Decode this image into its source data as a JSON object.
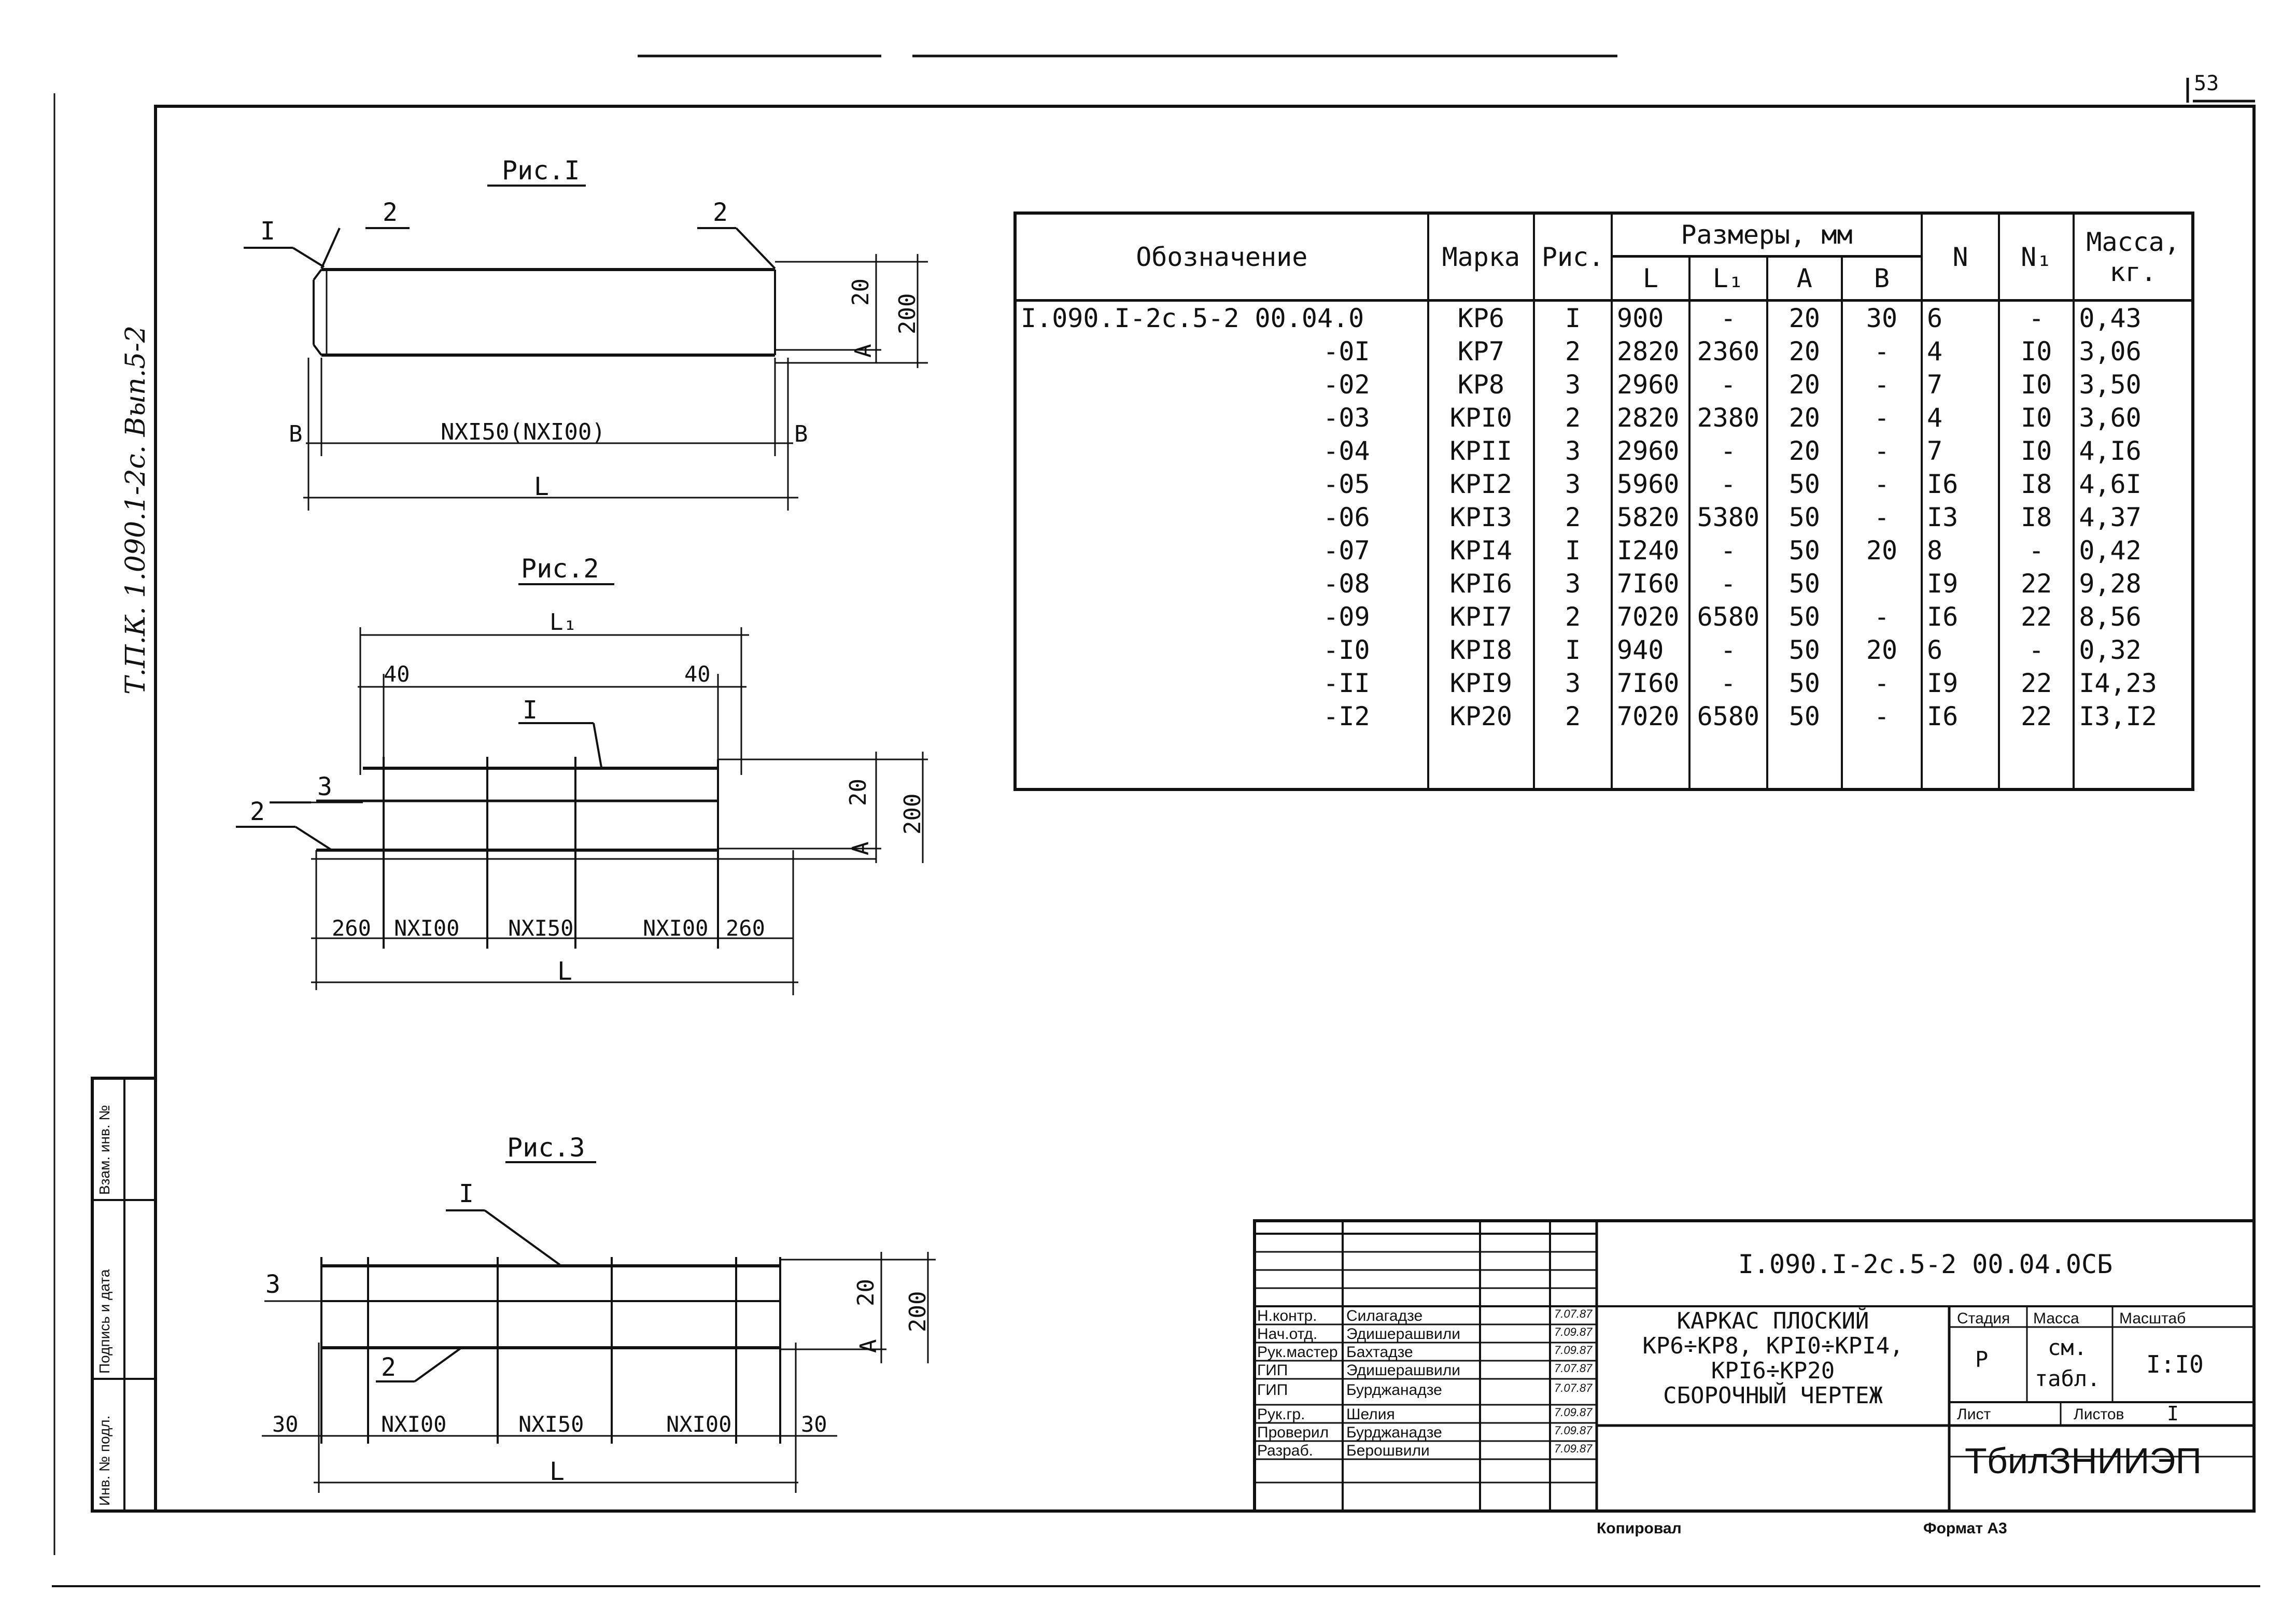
{
  "page_number": "53",
  "side_stamp": "Т.П.К. 1.090.1-2с. Вып.5-2",
  "figures": {
    "fig1": {
      "title": "Рис.I",
      "callouts": [
        "I",
        "2",
        "2"
      ],
      "dims": {
        "h20": "20",
        "h200": "200",
        "a": "A",
        "b_left": "B",
        "b_right": "B",
        "span": "NXI50(NXI00)",
        "length": "L"
      }
    },
    "fig2": {
      "title": "Рис.2",
      "callouts": [
        "I",
        "3",
        "2"
      ],
      "dims": {
        "l1": "L₁",
        "d40_left": "40",
        "d40_right": "40",
        "h20": "20",
        "h200": "200",
        "a": "A",
        "segments": [
          "260",
          "NXI00",
          "NXI50",
          "NXI00",
          "260"
        ],
        "length": "L"
      }
    },
    "fig3": {
      "title": "Рис.3",
      "callouts": [
        "I",
        "3",
        "2"
      ],
      "dims": {
        "h20": "20",
        "h200": "200",
        "a": "A",
        "segments": [
          "30",
          "NXI00",
          "NXI50",
          "NXI00",
          "30"
        ],
        "length": "L"
      }
    }
  },
  "table": {
    "headers": {
      "designation": "Обозначение",
      "mark": "Марка",
      "fig": "Рис.",
      "sizes": "Размеры, мм",
      "L": "L",
      "L1": "L₁",
      "A": "A",
      "B": "B",
      "N": "N",
      "N1": "N₁",
      "mass": "Масса,",
      "mass_unit": "кг."
    },
    "rows": [
      {
        "code": "I.090.I-2c.5-2 00.04.0",
        "mark": "КР6",
        "fig": "I",
        "L": "900",
        "L1": "-",
        "A": "20",
        "B": "30",
        "N": "6",
        "N1": "-",
        "mass": "0,43"
      },
      {
        "code": "-0I",
        "mark": "КР7",
        "fig": "2",
        "L": "2820",
        "L1": "2360",
        "A": "20",
        "B": "-",
        "N": "4",
        "N1": "I0",
        "mass": "3,06"
      },
      {
        "code": "-02",
        "mark": "КР8",
        "fig": "3",
        "L": "2960",
        "L1": "-",
        "A": "20",
        "B": "-",
        "N": "7",
        "N1": "I0",
        "mass": "3,50"
      },
      {
        "code": "-03",
        "mark": "КРI0",
        "fig": "2",
        "L": "2820",
        "L1": "2380",
        "A": "20",
        "B": "-",
        "N": "4",
        "N1": "I0",
        "mass": "3,60"
      },
      {
        "code": "-04",
        "mark": "КРII",
        "fig": "3",
        "L": "2960",
        "L1": "-",
        "A": "20",
        "B": "-",
        "N": "7",
        "N1": "I0",
        "mass": "4,I6"
      },
      {
        "code": "-05",
        "mark": "КРI2",
        "fig": "3",
        "L": "5960",
        "L1": "-",
        "A": "50",
        "B": "-",
        "N": "I6",
        "N1": "I8",
        "mass": "4,6I"
      },
      {
        "code": "-06",
        "mark": "КРI3",
        "fig": "2",
        "L": "5820",
        "L1": "5380",
        "A": "50",
        "B": "-",
        "N": "I3",
        "N1": "I8",
        "mass": "4,37"
      },
      {
        "code": "-07",
        "mark": "КРI4",
        "fig": "I",
        "L": "I240",
        "L1": "-",
        "A": "50",
        "B": "20",
        "N": "8",
        "N1": "-",
        "mass": "0,42"
      },
      {
        "code": "-08",
        "mark": "КРI6",
        "fig": "3",
        "L": "7I60",
        "L1": "-",
        "A": "50",
        "B": "",
        "N": "I9",
        "N1": "22",
        "mass": "9,28"
      },
      {
        "code": "-09",
        "mark": "КРI7",
        "fig": "2",
        "L": "7020",
        "L1": "6580",
        "A": "50",
        "B": "-",
        "N": "I6",
        "N1": "22",
        "mass": "8,56"
      },
      {
        "code": "-I0",
        "mark": "КРI8",
        "fig": "I",
        "L": "940",
        "L1": "-",
        "A": "50",
        "B": "20",
        "N": "6",
        "N1": "-",
        "mass": "0,32"
      },
      {
        "code": "-II",
        "mark": "КРI9",
        "fig": "3",
        "L": "7I60",
        "L1": "-",
        "A": "50",
        "B": "-",
        "N": "I9",
        "N1": "22",
        "mass": "I4,23"
      },
      {
        "code": "-I2",
        "mark": "КР20",
        "fig": "2",
        "L": "7020",
        "L1": "6580",
        "A": "50",
        "B": "-",
        "N": "I6",
        "N1": "22",
        "mass": "I3,I2"
      }
    ]
  },
  "title_block": {
    "doc_code": "I.090.I-2c.5-2   00.04.0СБ",
    "title_lines": [
      "КАРКАС ПЛОСКИЙ",
      "КР6÷КР8, КРI0÷КРI4,",
      "КРI6÷КР20",
      "СБОРОЧНЫЙ ЧЕРТЕЖ"
    ],
    "roles": [
      {
        "role": "Н.контр.",
        "name": "Силагадзе",
        "date": "7.07.87"
      },
      {
        "role": "Нач.отд.",
        "name": "Эдишерашвили",
        "date": "7.09.87"
      },
      {
        "role": "Рук.мастер",
        "name": "Бахтадзе",
        "date": "7.09.87"
      },
      {
        "role": "ГИП",
        "name": "Эдишерашвили",
        "date": "7.07.87"
      },
      {
        "role": "ГИП",
        "name": "Бурджанадзе",
        "date": "7.07.87"
      },
      {
        "role": "Рук.гр.",
        "name": "Шелия",
        "date": "7.09.87"
      },
      {
        "role": "Проверил",
        "name": "Бурджанадзе",
        "date": "7.09.87"
      },
      {
        "role": "Разраб.",
        "name": "Берошвили",
        "date": "7.09.87"
      }
    ],
    "stage_label": "Стадия",
    "mass_label": "Масса",
    "scale_label": "Масштаб",
    "stage_value": "Р",
    "mass_value_1": "см.",
    "mass_value_2": "табл.",
    "scale_value": "I:I0",
    "sheet_label": "Лист",
    "sheets_label": "Листов",
    "sheets_value": "I",
    "org": "ТбилЗНИИЭП"
  },
  "side_panel": {
    "fields": [
      "Взам. инв. №",
      "Подпись и дата",
      "Инв. № подл."
    ]
  },
  "footer": {
    "copied": "Копировал",
    "format": "Формат А3"
  }
}
